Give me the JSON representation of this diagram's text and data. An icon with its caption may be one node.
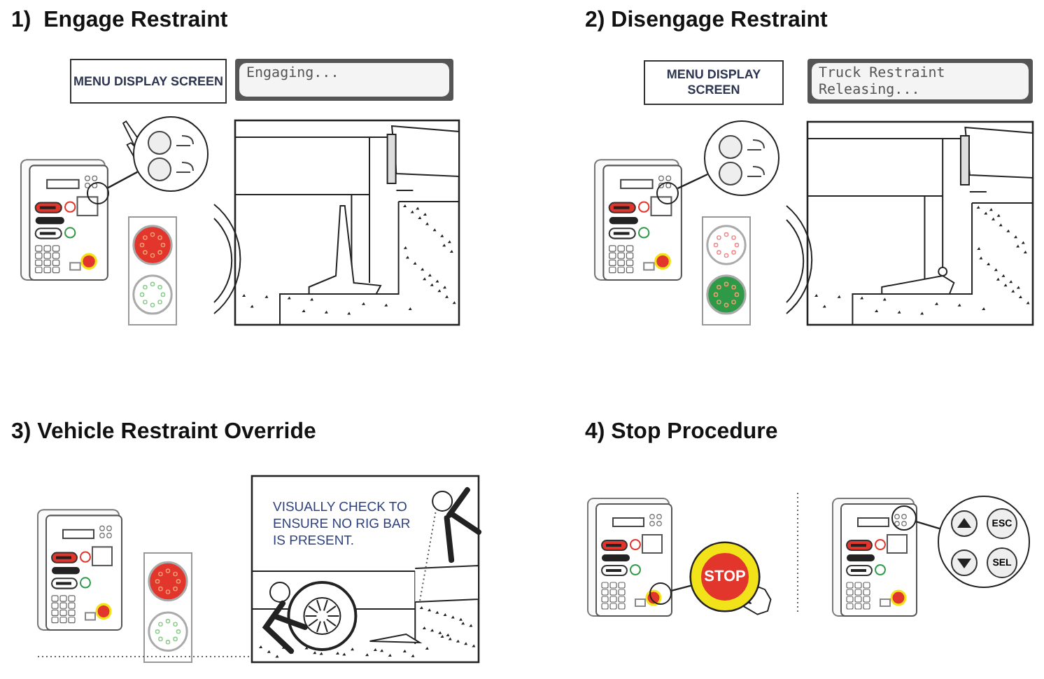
{
  "diagram": {
    "nodes": [
      {
        "text": [
          "MENU DISPLAY SCREEN"
        ]
      },
      {
        "text": [
          "Engaging..."
        ]
      },
      {
        "text": [],
        "shape": "circle"
      },
      {
        "text": [],
        "shape": "circle"
      },
      {
        "text": [
          "MENU DISPLAY SCREEN"
        ]
      },
      {
        "text": [
          "Truck Restraint Releasing..."
        ]
      },
      {
        "text": [],
        "shape": "circle"
      },
      {
        "text": [],
        "shape": "circle"
      },
      {
        "text": [
          "STOP"
        ]
      },
      {
        "text": [],
        "shape": "circle"
      },
      {
        "text": [],
        "shape": "circle"
      },
      {
        "text": [
          "ESC",
          "SEL"
        ]
      }
    ],
    "edges": [
      {
        "from": 3,
        "to": 2,
        "arrow": "none"
      },
      {
        "from": 7,
        "to": 6,
        "arrow": "none"
      },
      {
        "from": 9,
        "to": 8,
        "arrow": "none"
      },
      {
        "from": 10,
        "to": 11,
        "arrow": "none"
      }
    ],
    "labels": [
      "1)  Engage Restraint",
      "2) Disengage Restraint",
      "3) Vehicle Restraint Override",
      "VISUALLY CHECK TO ENSURE NO RIG BAR IS PRESENT.",
      "4) Stop Procedure"
    ]
  }
}
